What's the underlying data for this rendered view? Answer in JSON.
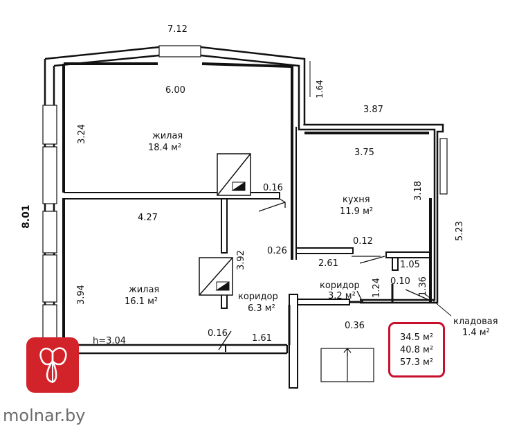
{
  "dimensions": {
    "top_total": "7.12",
    "left_total": "8.01",
    "room1_width": "6.00",
    "room1_height": "3.24",
    "wall_top_right": "1.64",
    "kitchen_outer": "3.87",
    "kitchen_width": "3.75",
    "kitchen_height": "3.18",
    "right_total": "5.23",
    "door_gap_1": "0.16",
    "room2_width": "4.27",
    "room2_height": "3.94",
    "corridor_depth": "3.92",
    "wall_026": "0.26",
    "door_012": "0.12",
    "corr2_width": "2.61",
    "storage_width": "1.05",
    "storage_height": "1.36",
    "wall_124": "1.24",
    "wall_010": "0.10",
    "wall_036": "0.36",
    "door_gap_2": "0.16",
    "corridor_width": "1.61",
    "ceiling": "h=3.04"
  },
  "rooms": {
    "room1_name": "жилая",
    "room1_area": "18.4 м²",
    "kitchen_name": "кухня",
    "kitchen_area": "11.9 м²",
    "room2_name": "жилая",
    "room2_area": "16.1 м²",
    "corr1_name": "коридор",
    "corr1_area": "6.3 м²",
    "corr2_name": "коридор",
    "corr2_area": "3.2 м²",
    "storage_name": "кладовая",
    "storage_area": "1.4 м²"
  },
  "areas": {
    "living": "34.5 м²",
    "total": "40.8 м²",
    "full": "57.3 м²"
  },
  "brand": {
    "name": "molnar.by"
  },
  "colors": {
    "wall": "#111111",
    "highlight": "#c8102e",
    "logo_bg": "#d2232a"
  }
}
